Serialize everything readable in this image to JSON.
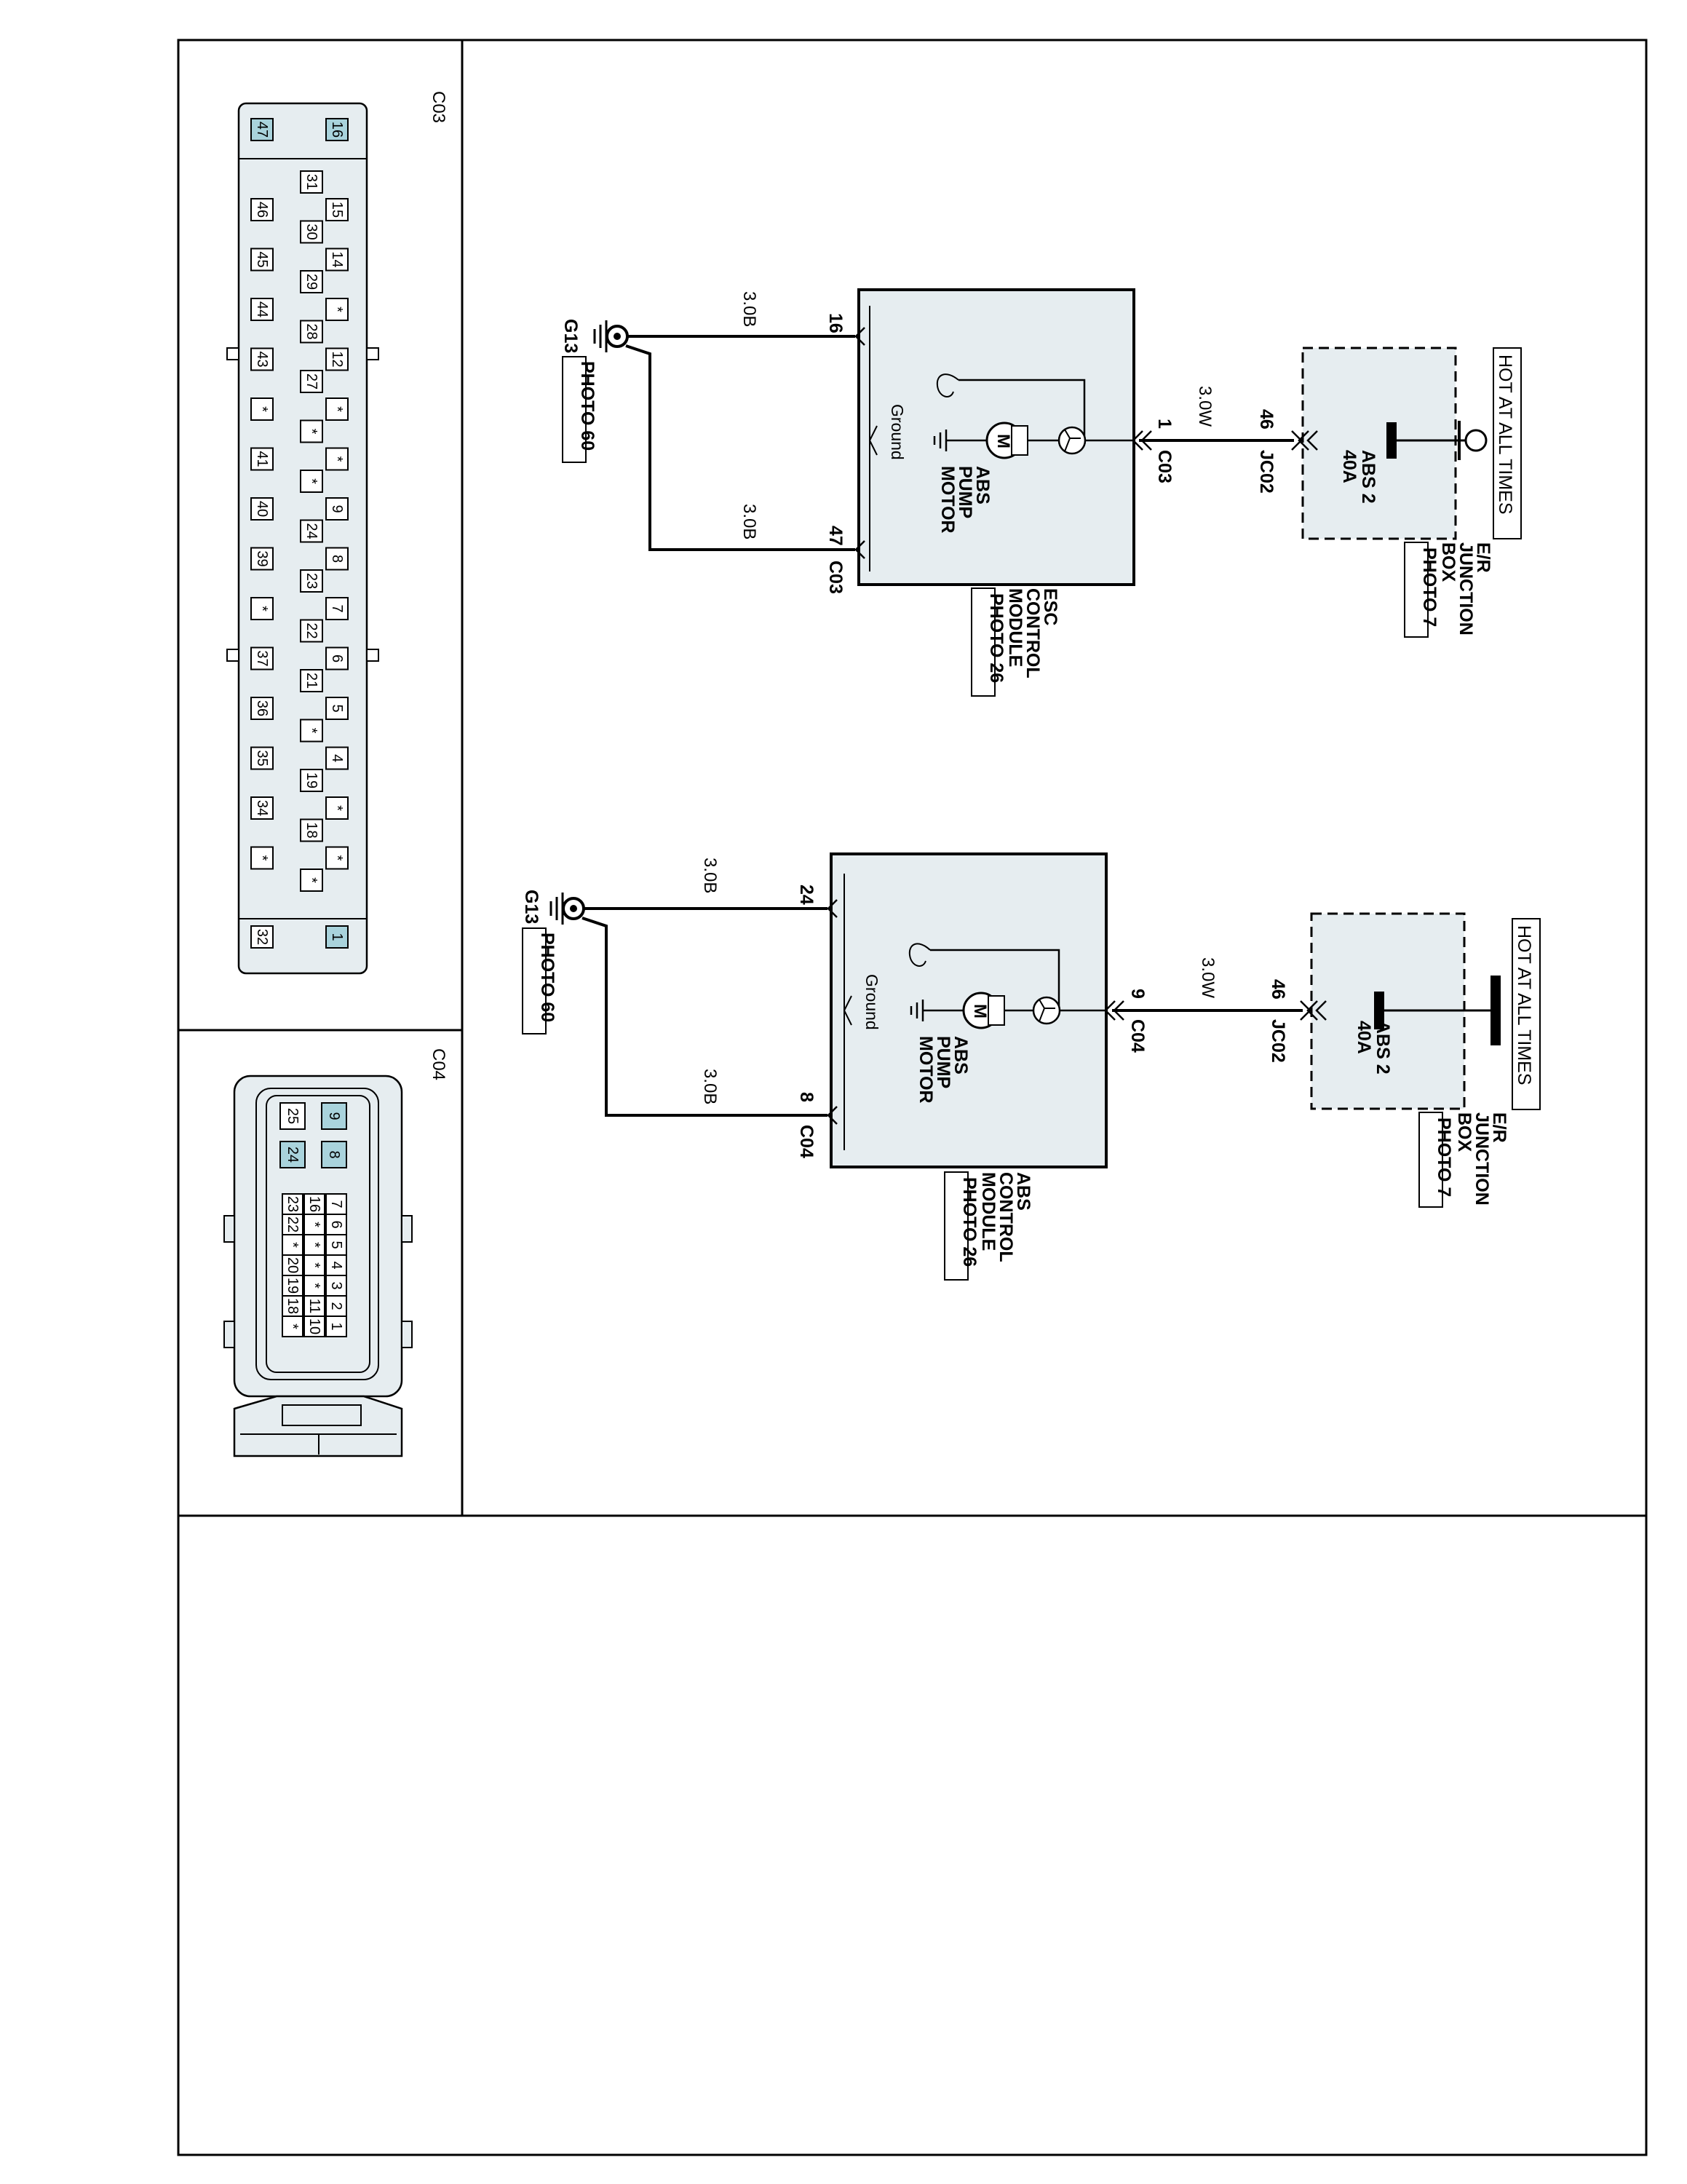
{
  "connectors": {
    "c03": {
      "label": "C03",
      "corner_pins": [
        "47",
        "16",
        "32",
        "1"
      ],
      "row_a": [
        "46",
        "45",
        "44",
        "43",
        "*",
        "41",
        "40",
        "39",
        "*",
        "37",
        "36",
        "35",
        "34",
        "*"
      ],
      "row_b": [
        "31",
        "30",
        "29",
        "28",
        "27",
        "*",
        "*",
        "24",
        "23",
        "22",
        "21",
        "*",
        "19",
        "18",
        "*"
      ],
      "row_c": [
        "15",
        "14",
        "*",
        "12",
        "*",
        "*",
        "9",
        "8",
        "7",
        "6",
        "5",
        "4",
        "*",
        "*"
      ]
    },
    "c04": {
      "label": "C04",
      "big_pins": [
        "25",
        "9",
        "24",
        "8"
      ],
      "row_top": [
        "7",
        "6",
        "5",
        "4",
        "3",
        "2",
        "1"
      ],
      "row_mid": [
        "16",
        "*",
        "*",
        "*",
        "*",
        "11",
        "10"
      ],
      "row_bot": [
        "23",
        "22",
        "*",
        "20",
        "19",
        "18",
        "*"
      ]
    }
  },
  "circuit_esc": {
    "hot_label": "HOT AT ALL TIMES",
    "fuse_name": "ABS 2",
    "fuse_rating": "40A",
    "box_name": [
      "E/R",
      "JUNCTION",
      "BOX"
    ],
    "box_photo": "PHOTO 7",
    "jc_pin": "46",
    "jc_name": "JC02",
    "wire_power": "3.0W",
    "module_pin_power": "1",
    "module_conn_power": "C03",
    "motor_symbol": "M",
    "motor_label": [
      "ABS",
      "PUMP",
      "MOTOR"
    ],
    "ground_label": "Ground",
    "module_name": [
      "ESC",
      "CONTROL",
      "MODULE"
    ],
    "module_photo": "PHOTO 26",
    "gnd_pin_a": "16",
    "gnd_pin_b": "47",
    "gnd_conn_b": "C03",
    "wire_gnd_a": "3.0B",
    "wire_gnd_b": "3.0B",
    "ground_point": "G13",
    "ground_photo": "PHOTO 60"
  },
  "circuit_abs": {
    "hot_label": "HOT AT ALL TIMES",
    "fuse_name": "ABS 2",
    "fuse_rating": "40A",
    "box_name": [
      "E/R",
      "JUNCTION",
      "BOX"
    ],
    "box_photo": "PHOTO 7",
    "jc_pin": "46",
    "jc_name": "JC02",
    "wire_power": "3.0W",
    "module_pin_power": "9",
    "module_conn_power": "C04",
    "motor_symbol": "M",
    "motor_label": [
      "ABS",
      "PUMP",
      "MOTOR"
    ],
    "ground_label": "Ground",
    "module_name": [
      "ABS",
      "CONTROL",
      "MODULE"
    ],
    "module_photo": "PHOTO 26",
    "gnd_pin_a": "24",
    "gnd_pin_b": "8",
    "gnd_conn_b": "C04",
    "wire_gnd_a": "3.0B",
    "wire_gnd_b": "3.0B",
    "ground_point": "G13",
    "ground_photo": "PHOTO 60"
  }
}
